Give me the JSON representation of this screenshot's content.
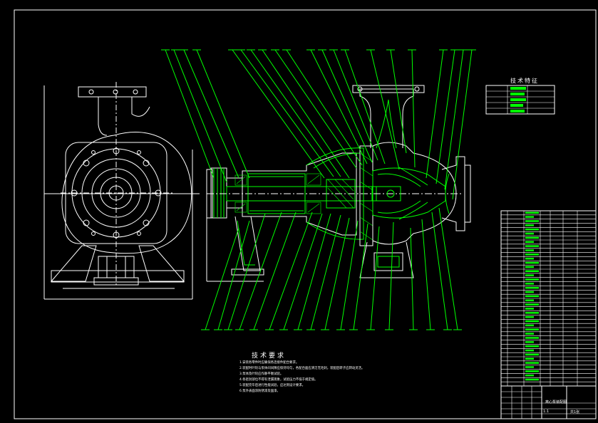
{
  "drawing": {
    "title_tech_spec": "技术特征",
    "title_tech_req": "技术要求",
    "tech_req_lines": [
      "1.安装各零件时应确保各连接件配合要求。",
      "2.装配时叶轮与泵体间间隙应保持均匀，各配合面应清洁无毛刺，装配后转子应转动灵活。",
      "3.泵体及叶轮应作静平衡试验。",
      "4.各密封部位不得有泄漏现象，试验压力不低于规定值。",
      "5.装配完毕后进行性能试验，应达到设计要求。",
      "6.泵外表面涂防锈漆及面漆。"
    ],
    "title_block": {
      "drawing_name": "离心泵装配图",
      "scale": "1:1",
      "sheet": "共1张"
    }
  },
  "colors": {
    "background": "#000000",
    "outline": "#ffffff",
    "detail": "#00ff00"
  }
}
